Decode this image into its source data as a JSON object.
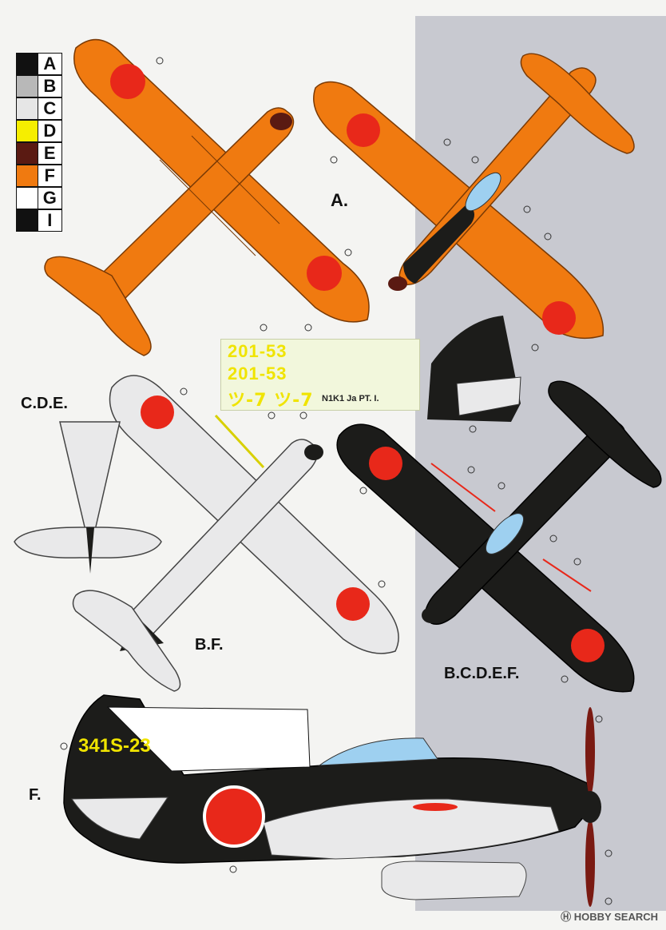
{
  "legend": [
    {
      "letter": "A",
      "color": "#111111"
    },
    {
      "letter": "B",
      "color": "#b8b8b8"
    },
    {
      "letter": "C",
      "color": "#e6e6e6"
    },
    {
      "letter": "D",
      "color": "#f6ee00"
    },
    {
      "letter": "E",
      "color": "#5a1a12"
    },
    {
      "letter": "F",
      "color": "#f07a10"
    },
    {
      "letter": "G",
      "color": "#ffffff"
    },
    {
      "letter": "I",
      "color": "#111111"
    }
  ],
  "labels": {
    "a": "A.",
    "cde": "C.D.E.",
    "bf": "B.F.",
    "bcdef": "B.C.D.E.F.",
    "f": "F."
  },
  "decal_sheet": {
    "line1": "201-53",
    "line2": "201-53",
    "line3": "ツ-7 ツ-7",
    "caption": "N1K1 Ja PT. I."
  },
  "tail_code": "341S-23",
  "watermark": "HOBBY SEARCH",
  "colors": {
    "orange": "#f07a10",
    "orange_dark": "#b85508",
    "hinomaru": "#e8281a",
    "black": "#1c1c1a",
    "grey_panel": "#c8c9d0",
    "light_grey": "#e9e9ea",
    "canopy": "#9ed0f0",
    "prop": "#7a1a12",
    "yellow": "#f0e400"
  }
}
